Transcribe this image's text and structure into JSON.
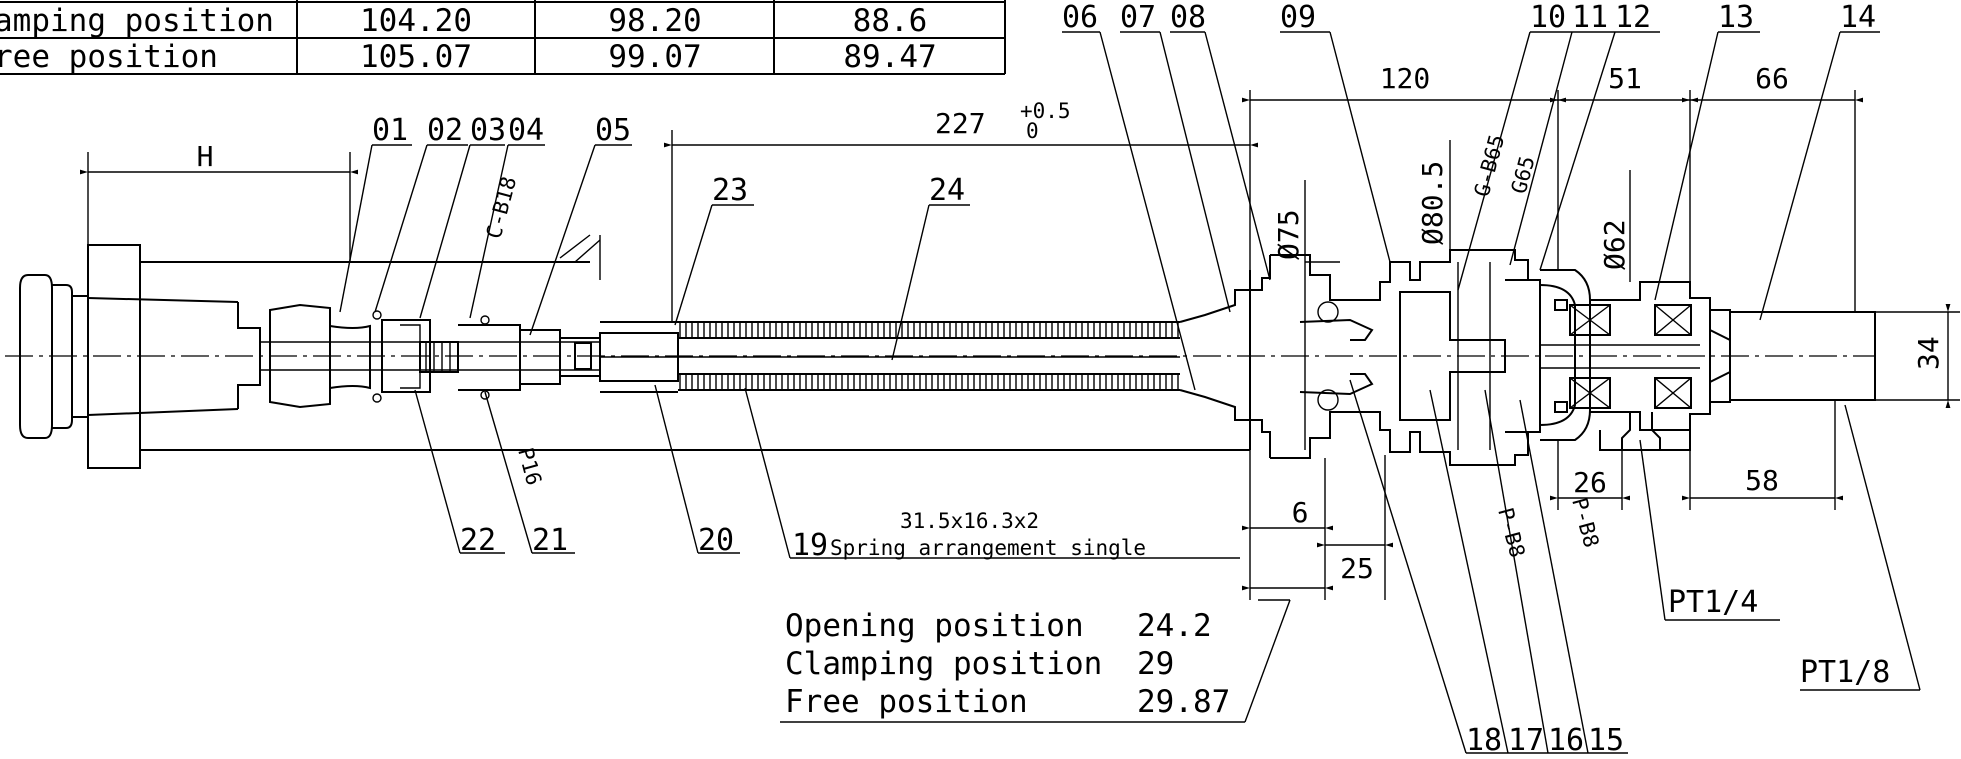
{
  "position_table": {
    "rows": [
      {
        "name": "amping position",
        "values": [
          "104.20",
          "98.20",
          "88.6"
        ]
      },
      {
        "name": "ree position",
        "values": [
          "105.07",
          "99.07",
          "89.47"
        ]
      }
    ]
  },
  "part_labels": {
    "p01": "01",
    "p02": "02",
    "p03": "03",
    "p04": "04",
    "p05": "05",
    "p06": "06",
    "p07": "07",
    "p08": "08",
    "p09": "09",
    "p10": "10",
    "p11": "11",
    "p12": "12",
    "p13": "13",
    "p14": "14",
    "p15": "15",
    "p16": "16",
    "p17": "17",
    "p18": "18",
    "p20": "20",
    "p21": "21",
    "p22": "22",
    "p23": "23",
    "p24": "24"
  },
  "dimensions": {
    "h": "H",
    "length_227": "227",
    "tol_upper": "+0.5",
    "tol_lower": "0",
    "d120": "120",
    "d51": "51",
    "d66": "66",
    "dia75": "Ø75",
    "dia80": "Ø80.5",
    "dia62": "Ø62",
    "d34": "34",
    "d26": "26",
    "d58": "58",
    "d6": "6",
    "d25": "25"
  },
  "callouts": {
    "c_b18": "C-B18",
    "g_b65": "G-B65",
    "g65": "G65",
    "p16": "P16",
    "p_b8_a": "P-B8",
    "p_b8_b": "P-B8",
    "pt14": "PT1/4",
    "pt18": "PT1/8"
  },
  "spring": {
    "size": "31.5x16.3x2",
    "number": "19",
    "text": "Spring arrangement single"
  },
  "positions_note": {
    "rows": [
      {
        "name": "Opening position",
        "value": "24.2"
      },
      {
        "name": "Clamping position",
        "value": "29"
      },
      {
        "name": "Free position",
        "value": "29.87"
      }
    ]
  }
}
